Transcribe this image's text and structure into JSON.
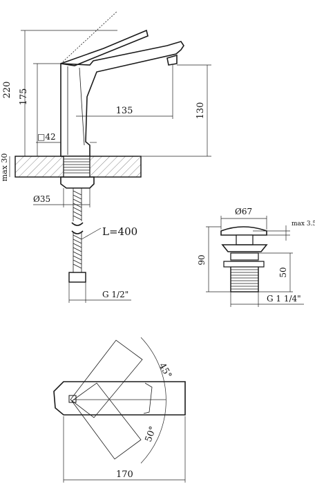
{
  "dimensions": {
    "height_total": "220",
    "height_spout": "175",
    "reach": "135",
    "spout_height": "130",
    "base_square": "□42",
    "max_countertop": "max 30",
    "base_diameter": "Ø35",
    "hose_length": "L=400",
    "connection_thread": "G 1/2\"",
    "waste_diameter": "Ø67",
    "waste_max": "max 3.5",
    "waste_height": "90",
    "waste_thread_length": "50",
    "waste_thread": "G 1 1/4\"",
    "top_angle": "45°",
    "bottom_angle": "50°",
    "top_length": "170"
  }
}
